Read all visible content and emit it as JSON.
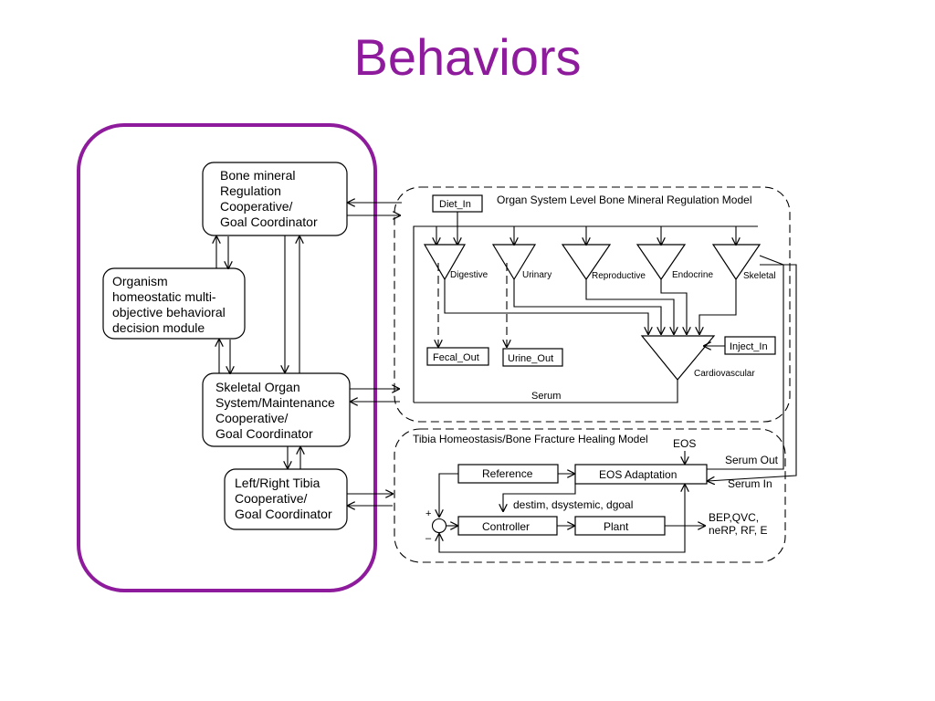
{
  "slide": {
    "title": "Behaviors",
    "accent_color": "#8e1a9c"
  },
  "left_group": {
    "bone_mineral": [
      "Bone mineral",
      "Regulation",
      "Cooperative/",
      "Goal Coordinator"
    ],
    "organism": [
      "Organism",
      "homeostatic multi-",
      "objective behavioral",
      "decision module"
    ],
    "skeletal": [
      "Skeletal Organ",
      "System/Maintenance",
      "Cooperative/",
      "Goal Coordinator"
    ],
    "tibia": [
      "Left/Right Tibia",
      "Cooperative/",
      "Goal Coordinator"
    ]
  },
  "organ_model": {
    "title": "Organ System Level Bone Mineral Regulation Model",
    "diet_in": "Diet_In",
    "digestive": "Digestive",
    "urinary": "Urinary",
    "reproductive": "Reproductive",
    "endocrine": "Endocrine",
    "skeletal": "Skeletal",
    "fecal_out": "Fecal_Out",
    "urine_out": "Urine_Out",
    "inject_in": "Inject_In",
    "cardiovascular": "Cardiovascular",
    "serum": "Serum"
  },
  "tibia_model": {
    "title": "Tibia Homeostasis/Bone Fracture Healing Model",
    "eos": "EOS",
    "serum_out": "Serum Out",
    "serum_in": "Serum In",
    "reference": "Reference",
    "eos_adaptation": "EOS Adaptation",
    "signals": "destim, dsystemic, dgoal",
    "controller": "Controller",
    "plant": "Plant",
    "plus": "+",
    "minus": "–",
    "outputs": [
      "BEP,QVC,",
      "neRP, RF, E"
    ]
  }
}
